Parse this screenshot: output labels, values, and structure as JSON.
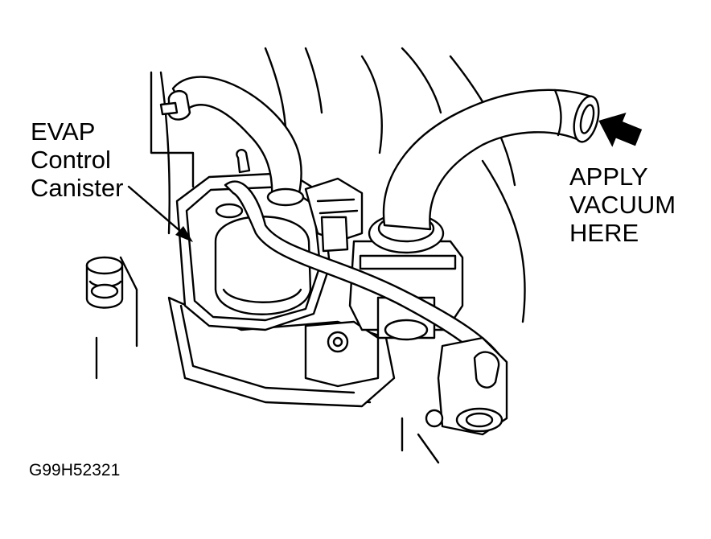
{
  "labels": {
    "canister": [
      "EVAP",
      "Control",
      "Canister"
    ],
    "vacuum": [
      "APPLY",
      "VACUUM",
      "HERE"
    ],
    "figure_code": "G99H52321"
  },
  "icons": {
    "pointer_arrow": "solid-arrow-pointing-left",
    "leader_line": "line-with-arrowhead"
  },
  "colors": {
    "ink": "#000000",
    "paper": "#ffffff"
  }
}
